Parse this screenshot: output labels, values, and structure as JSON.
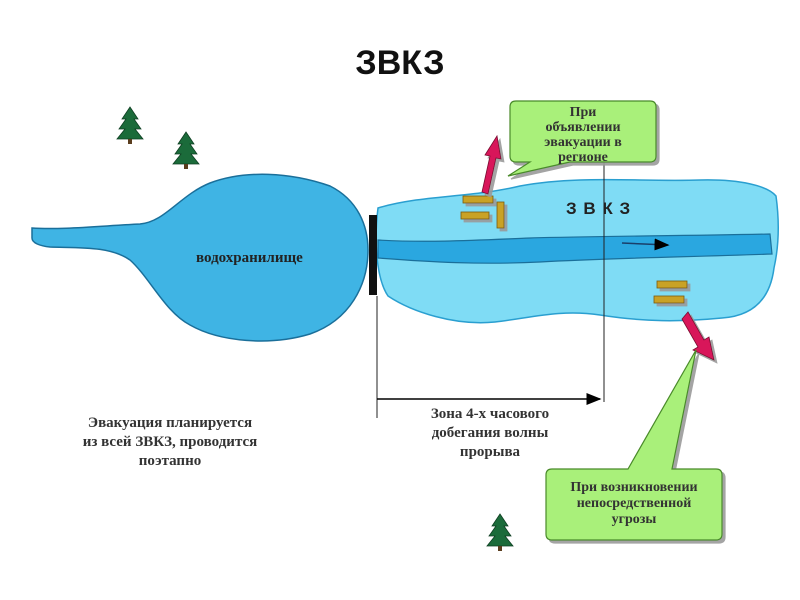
{
  "title": "ЗВКЗ",
  "reservoir_label": "водохранилище",
  "zone_label": "З В К З",
  "callout_top": {
    "lines": [
      "При",
      "объявлении",
      "эвакуации в",
      "регионе"
    ]
  },
  "callout_bottom": {
    "lines": [
      "При возникновении",
      "непосредственной",
      "угрозы"
    ]
  },
  "left_note": {
    "lines": [
      "Эвакуация планируется",
      "из всей ЗВКЗ, проводится",
      "поэтапно"
    ]
  },
  "zone_note": {
    "lines": [
      "Зона 4-х часового",
      "добегания волны",
      "прорыва"
    ]
  },
  "colors": {
    "reservoir": "#3fb4e4",
    "zone": "#7fdcf5",
    "river": "#2aa7e0",
    "callout": "#a9f07a",
    "dam": "#111111",
    "tree": "#1b6b3a",
    "building": "#c9a227",
    "evac_arrow": "#d8155a"
  },
  "icons": [
    "tree-icon",
    "building-icon",
    "evacuation-arrow-icon",
    "flow-arrow-icon",
    "dam-icon"
  ]
}
